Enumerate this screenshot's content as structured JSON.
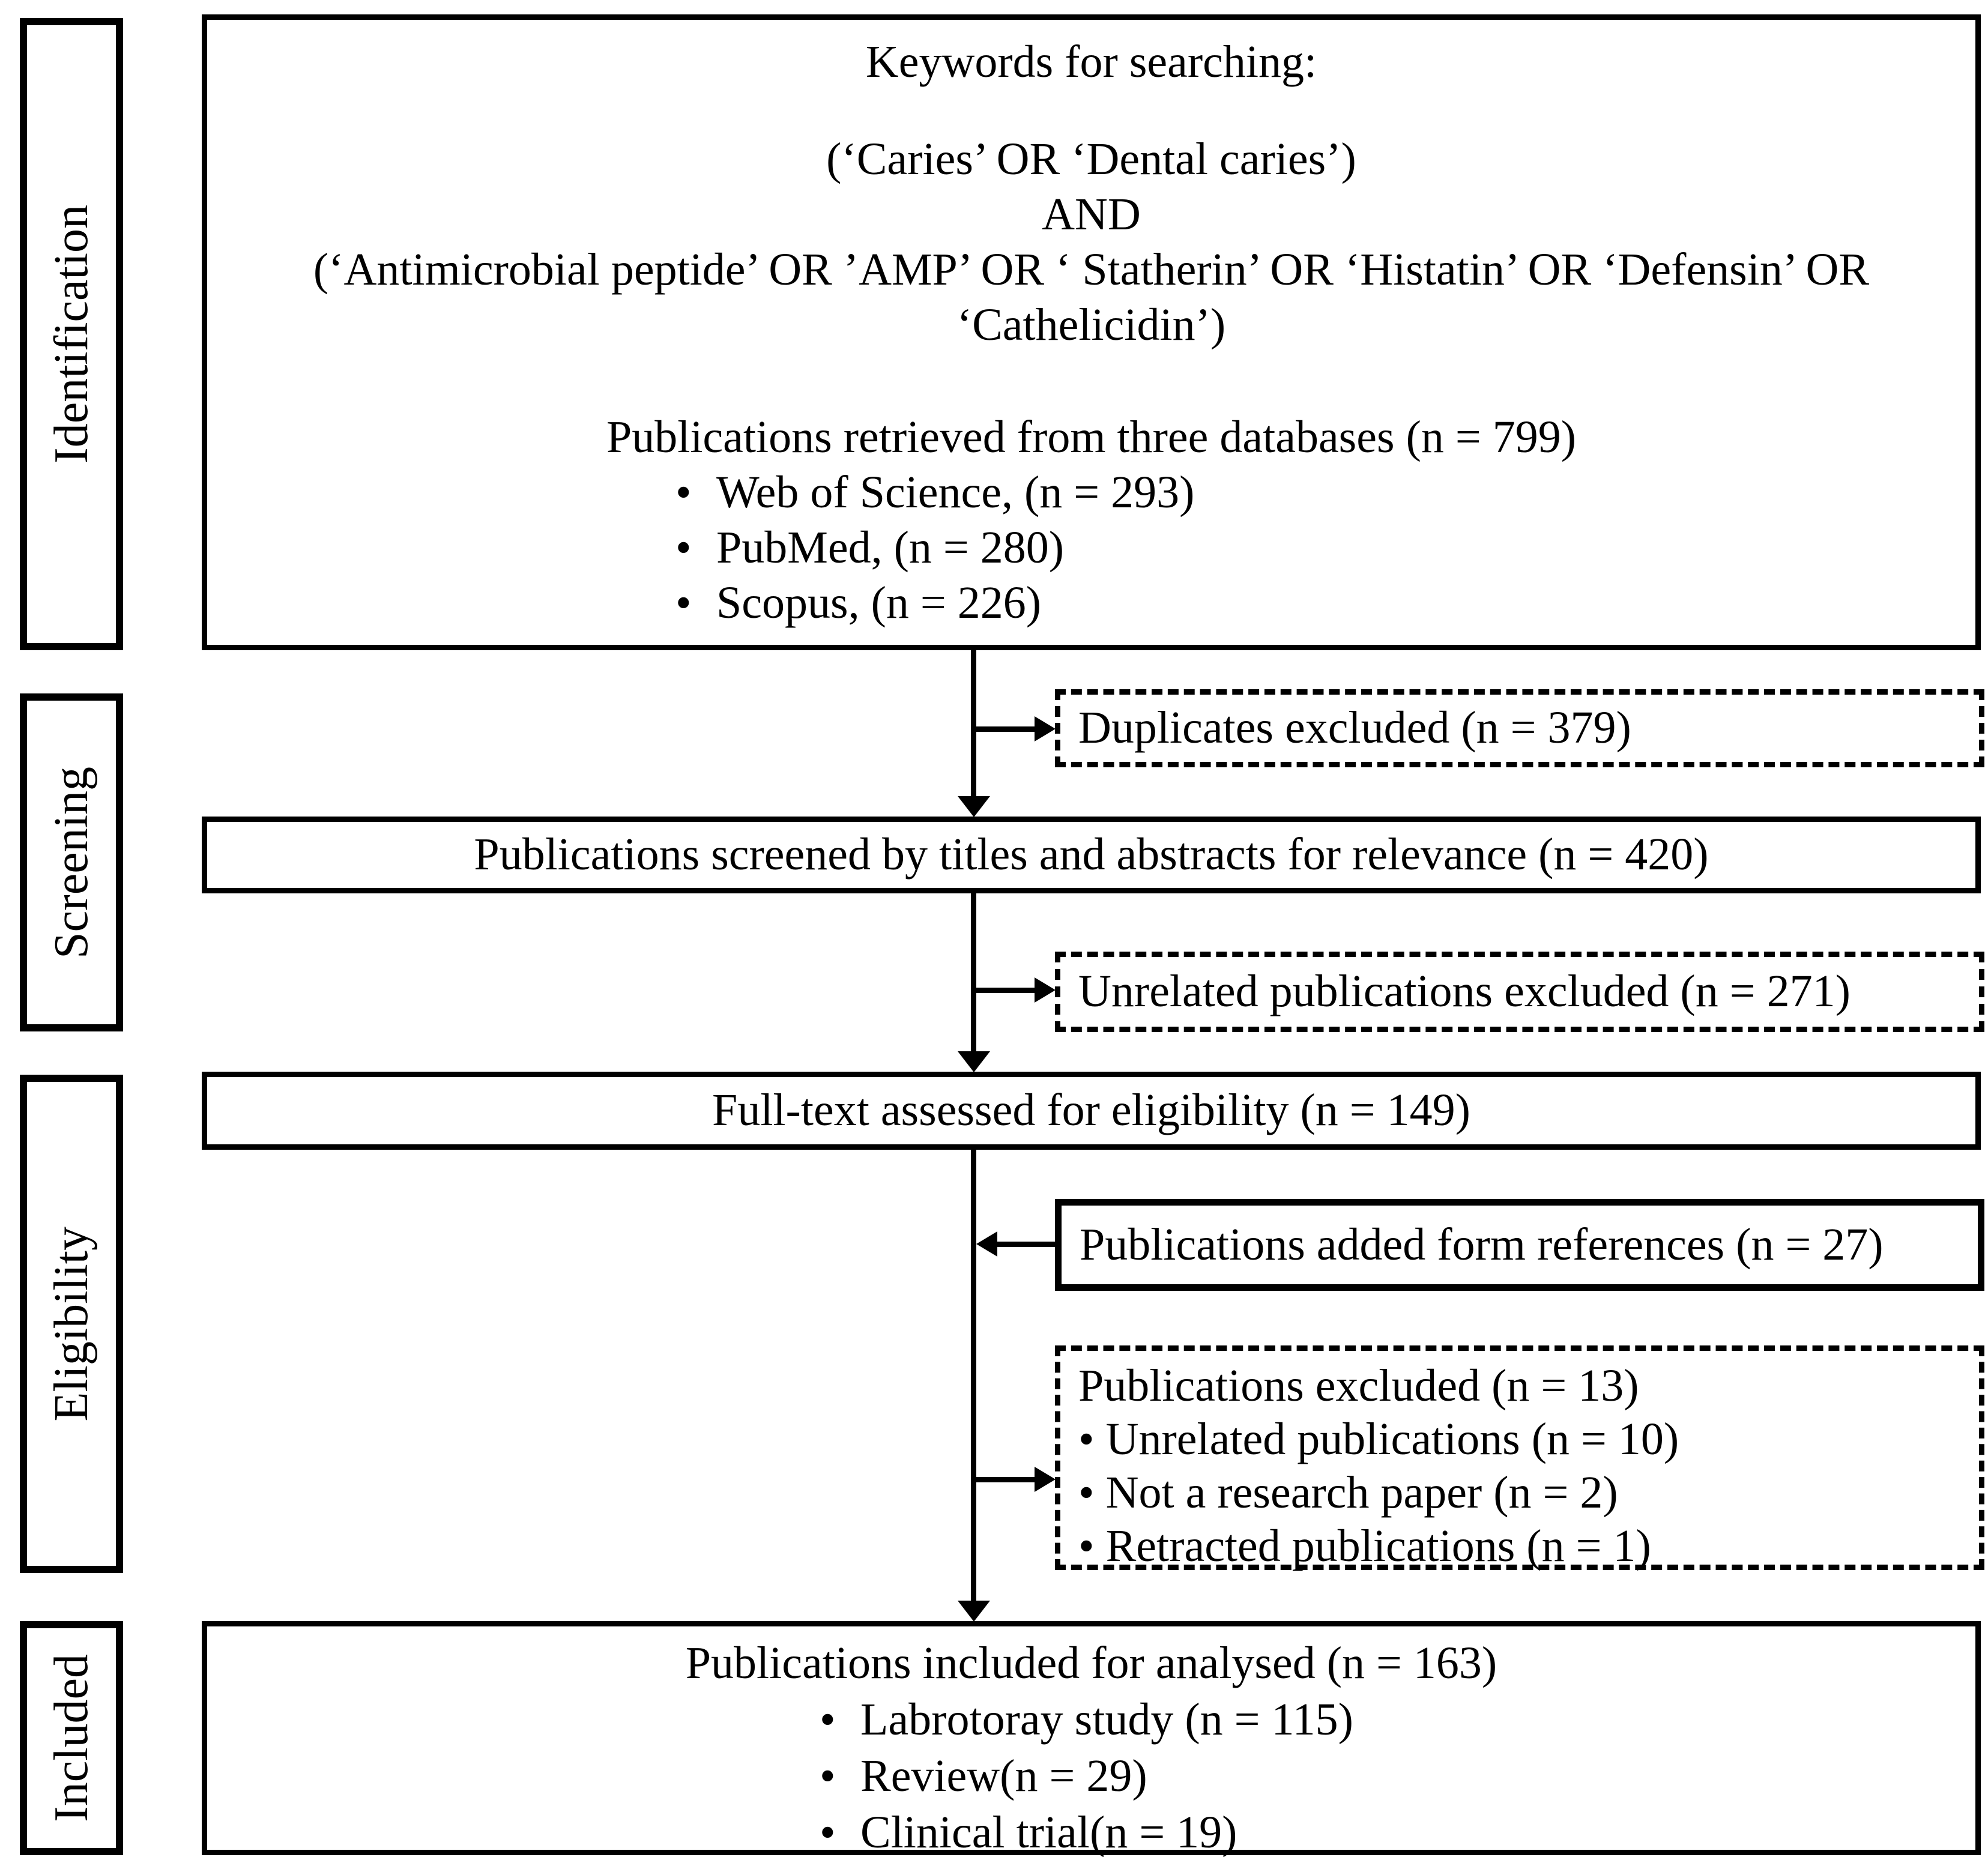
{
  "page": {
    "background": "#ffffff",
    "line_color": "#000000"
  },
  "ui": {
    "bullet": "•"
  },
  "stages": {
    "identification": "Identification",
    "screening": "Screening",
    "eligibility": "Eligibility",
    "included": "Included"
  },
  "flow": {
    "keywords_box": {
      "title": "Keywords for searching:",
      "query_line_1": "(‘Caries’ OR ‘Dental caries’)",
      "query_line_2": "AND",
      "query_line_3": "(‘Antimicrobial peptide’ OR ’AMP’ OR ‘ Statherin’ OR ‘Histatin’ OR ‘Defensin’ OR",
      "query_line_4": "‘Cathelicidin’)",
      "retrieved_line": "Publications retrieved from three databases (n = 799)",
      "bullets": [
        "Web of Science, (n = 293)",
        "PubMed, (n = 280)",
        "Scopus, (n = 226)"
      ]
    },
    "duplicates_box": {
      "label": "Duplicates excluded (n = 379)"
    },
    "screened_box": {
      "label": "Publications screened by titles and abstracts for relevance (n = 420)"
    },
    "unrelated_box": {
      "label": "Unrelated publications excluded (n = 271)"
    },
    "fulltext_box": {
      "label": "Full-text assessed for eligibility (n = 149)"
    },
    "references_box": {
      "label": "Publications added form references (n = 27)"
    },
    "excluded_box": {
      "title": "Publications excluded (n = 13)",
      "bullets": [
        "Unrelated publications (n = 10)",
        "Not a research paper (n = 2)",
        "Retracted publications (n = 1)"
      ]
    },
    "included_box": {
      "title": "Publications included for analysed (n = 163)",
      "bullets": [
        "Labrotoray study (n = 115)",
        "Review(n = 29)",
        "Clinical trial(n = 19)"
      ]
    }
  }
}
